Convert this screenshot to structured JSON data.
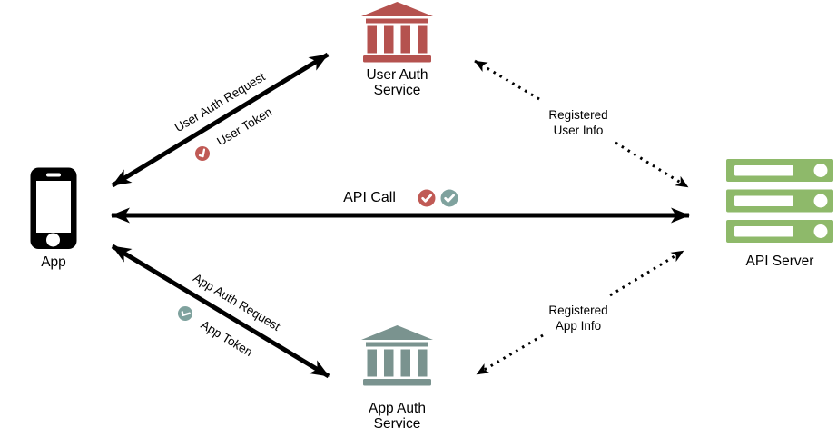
{
  "colors": {
    "red": "#b5524f",
    "red_badge": "#c05a55",
    "teal": "#7a938f",
    "teal_badge": "#7fa29e",
    "green": "#8eb96a",
    "arrow": "#000000"
  },
  "nodes": {
    "app": {
      "label": "App"
    },
    "user_auth_service": {
      "line1": "User Auth",
      "line2": "Service"
    },
    "app_auth_service": {
      "line1": "App Auth",
      "line2": "Service"
    },
    "api_server": {
      "label": "API Server"
    }
  },
  "edges": {
    "user_auth": {
      "request": "User Auth Request",
      "token": "User Token"
    },
    "api_call": {
      "label": "API Call"
    },
    "app_auth": {
      "request": "App Auth Request",
      "token": "App Token"
    },
    "registered_user": {
      "line1": "Registered",
      "line2": "User Info"
    },
    "registered_app": {
      "line1": "Registered",
      "line2": "App Info"
    }
  },
  "icons": {
    "app": "smartphone-icon",
    "user_auth_service": "bank-icon",
    "app_auth_service": "bank-icon",
    "api_server": "server-rack-icon",
    "badges": "checkmark-circle-icon"
  }
}
